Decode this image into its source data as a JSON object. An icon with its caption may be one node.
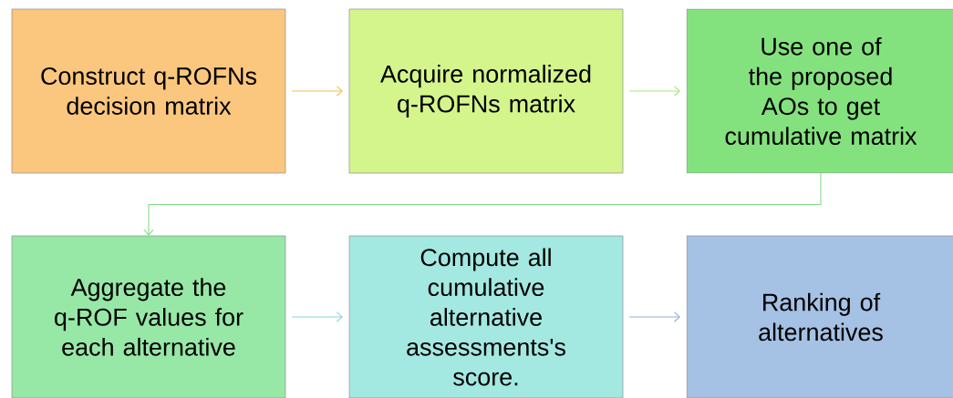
{
  "diagram": {
    "nodes": [
      {
        "text": [
          "Construct q-ROFNs decision matrix"
        ]
      },
      {
        "text": [
          "Acquire normalized q-ROFNs matrix"
        ]
      },
      {
        "text": [
          "Use one of the proposed AOs to get cumulative matrix"
        ]
      },
      {
        "text": [
          "Aggregate the q-ROF values for each alternative"
        ]
      },
      {
        "text": [
          "Compute all cumulative alternative assessments's score."
        ]
      },
      {
        "text": [
          "Ranking of alternatives"
        ]
      }
    ],
    "edges": [
      {
        "from": 0,
        "to": 1,
        "arrow": "to",
        "color": "#f2c04c"
      },
      {
        "from": 1,
        "to": 2,
        "arrow": "to",
        "color": "#a6e87a"
      },
      {
        "from": 2,
        "to": 3,
        "arrow": "to",
        "color": "#7edc84"
      },
      {
        "from": 3,
        "to": 4,
        "arrow": "to",
        "color": "#8cd6d6"
      },
      {
        "from": 4,
        "to": 5,
        "arrow": "to",
        "color": "#8eb0d8"
      }
    ]
  }
}
